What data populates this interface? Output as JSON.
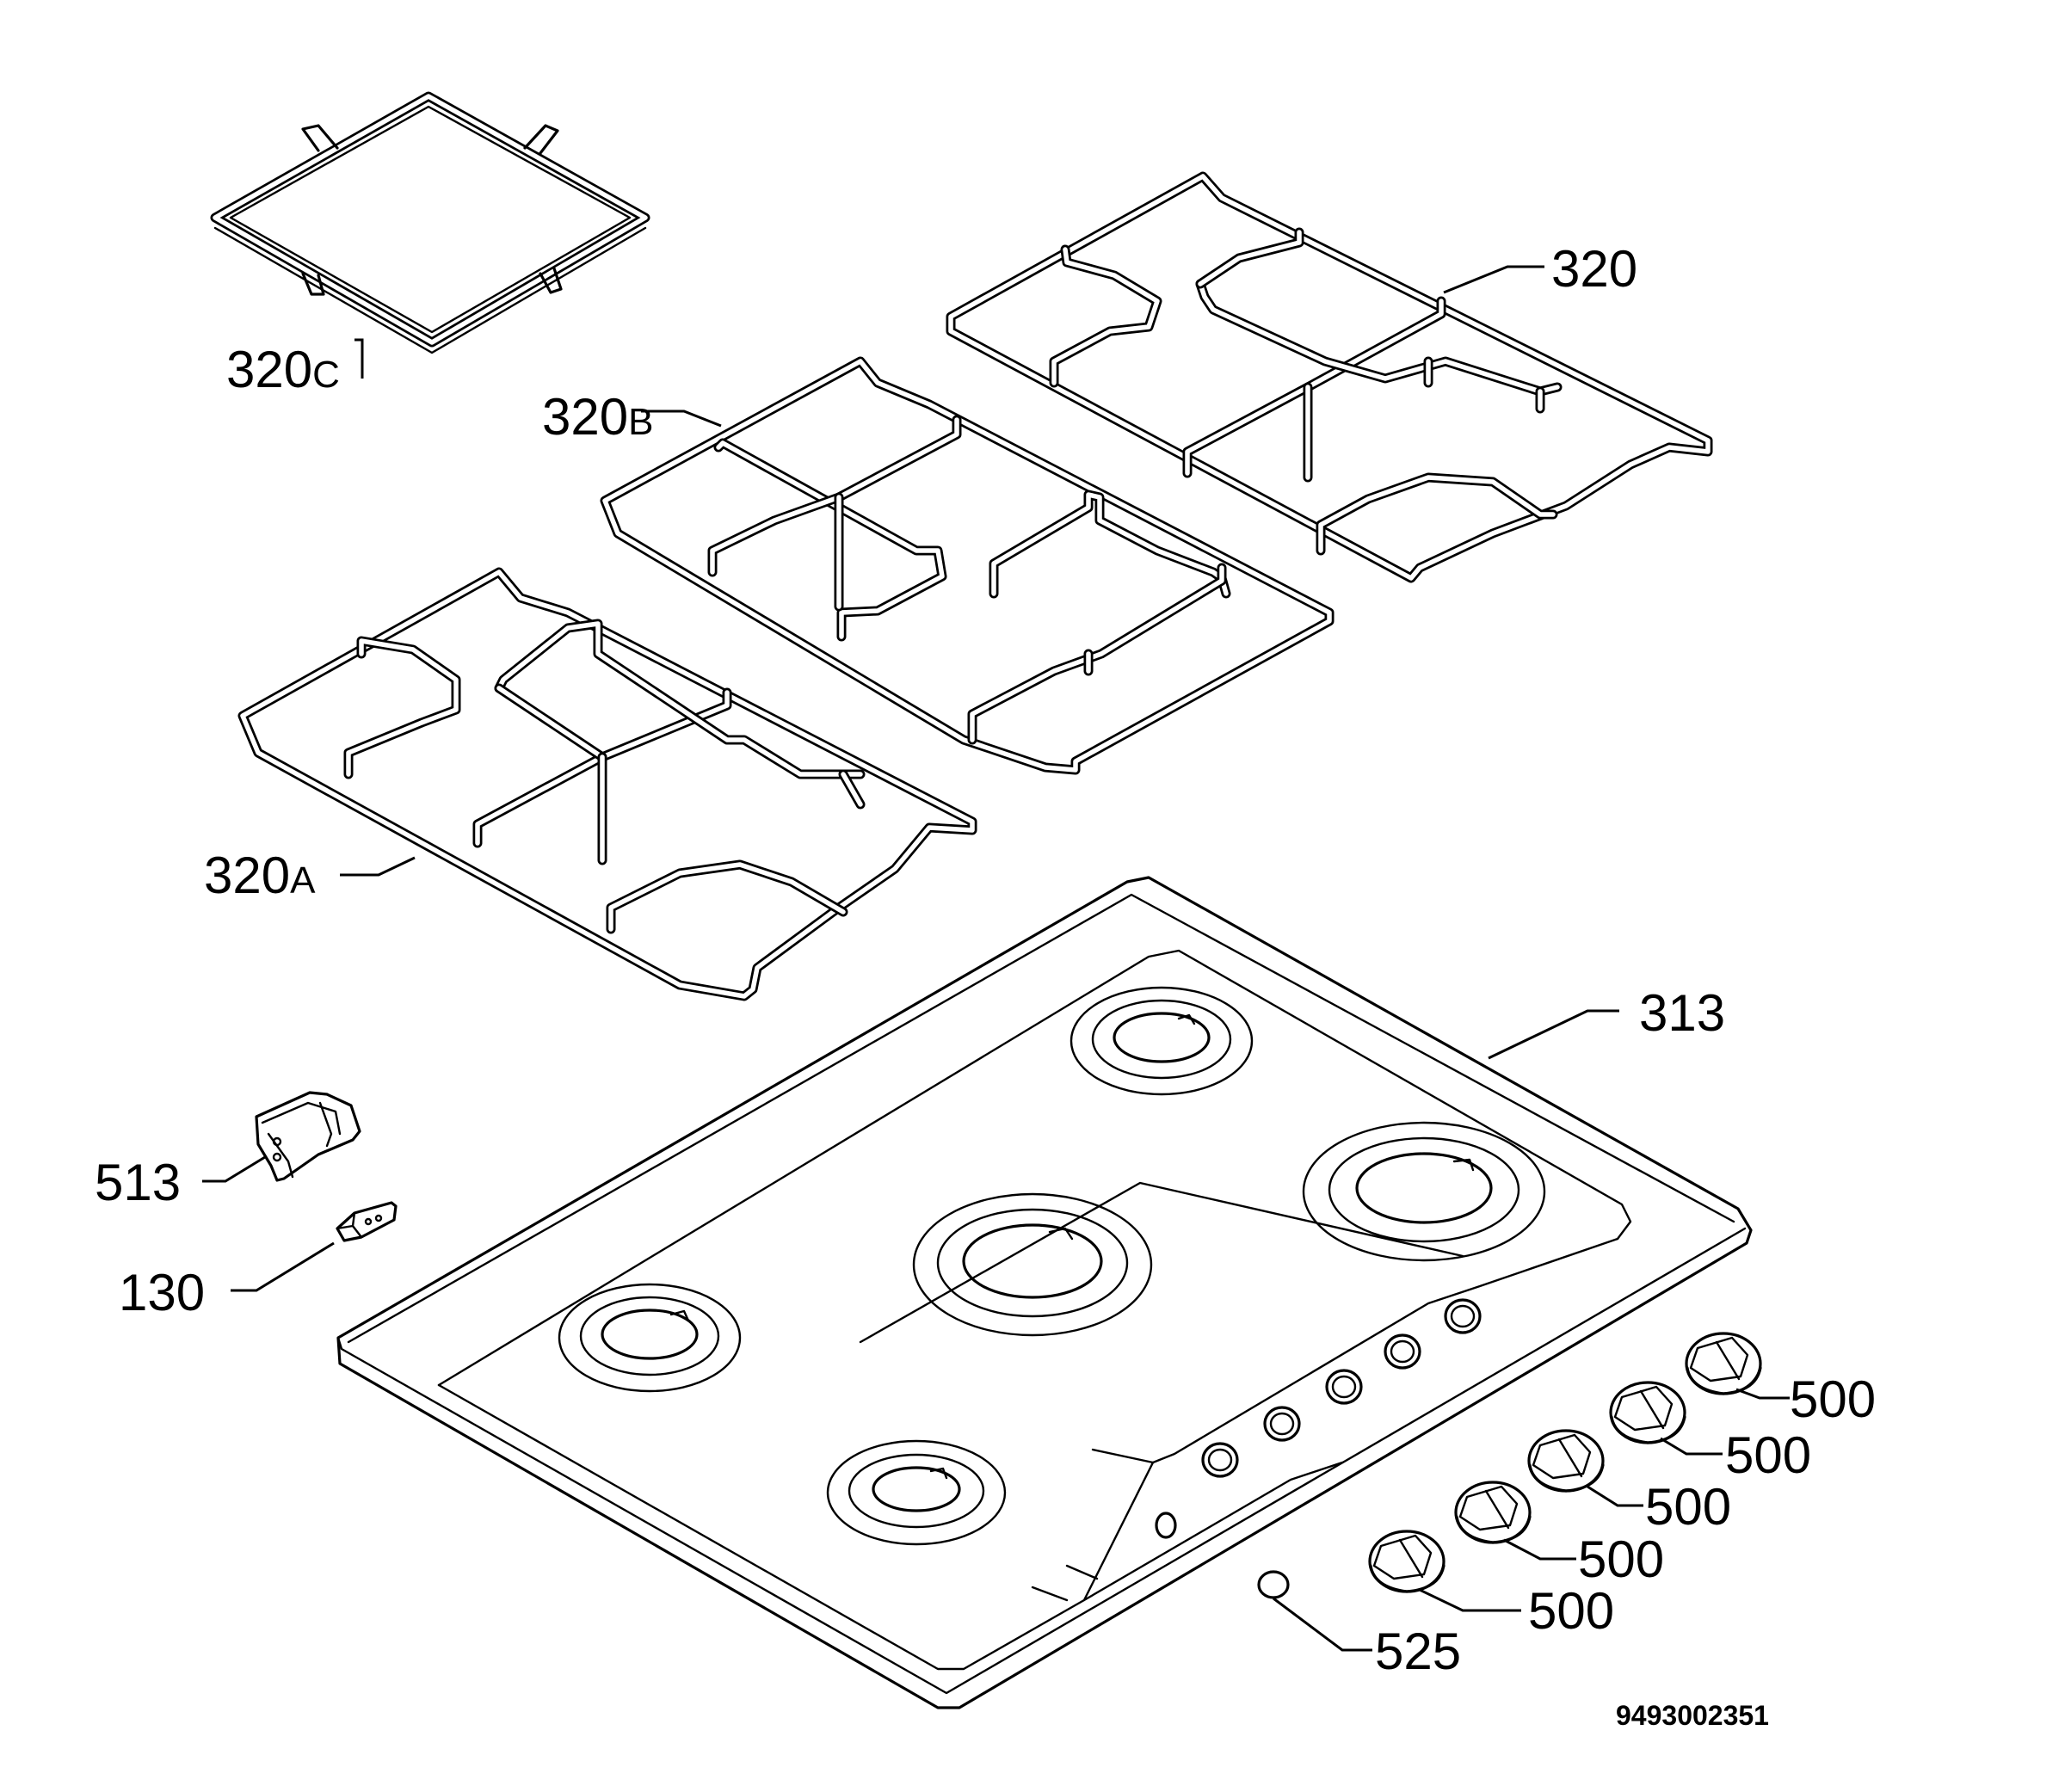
{
  "parts": {
    "grid_320": "320",
    "grid_320b": {
      "num": "320",
      "suffix": "B"
    },
    "grid_320c": {
      "num": "320",
      "suffix": "C"
    },
    "grid_320a": {
      "num": "320",
      "suffix": "A"
    },
    "hob_313": "313",
    "bracket_513": "513",
    "clip_130": "130",
    "knobs_500": [
      "500",
      "500",
      "500",
      "500",
      "500"
    ],
    "button_525": "525"
  },
  "document_number": "9493002351"
}
